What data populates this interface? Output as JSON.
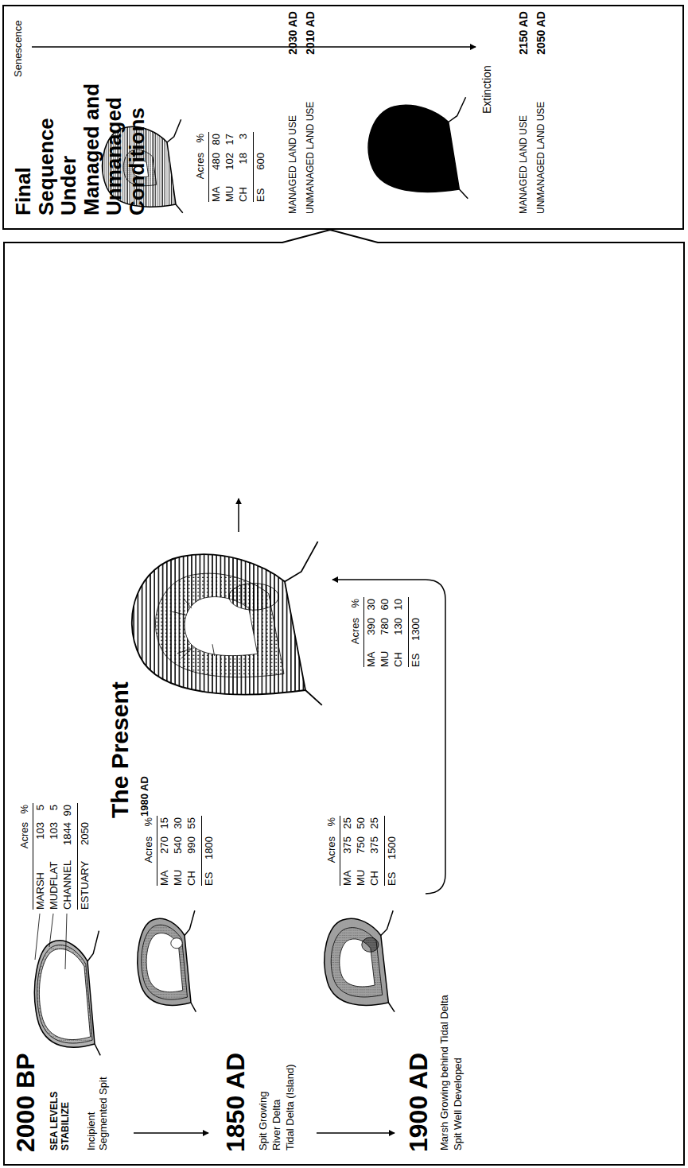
{
  "diagram": {
    "nodes": [
      {
        "text": [
          "Final Sequence Under Managed and Unmanaged Conditions"
        ]
      }
    ],
    "labels": [
      "2000 BP",
      "SEA LEVELS STABILIZE",
      "Incipient Segmented Spit",
      "Acres",
      "%",
      "MARSH",
      "103",
      "5",
      "MUDFLAT",
      "103",
      "5",
      "CHANNEL",
      "1844",
      "90",
      "ESTUARY",
      "2050",
      "1850 AD",
      "Spit Growing",
      "River Delta",
      "Tidal Delta (Island)",
      "Acres",
      "%",
      "MA",
      "270",
      "15",
      "MU",
      "540",
      "30",
      "CH",
      "990",
      "55",
      "ES",
      "1800",
      "1900 AD",
      "Marsh Growing behind Tidal Delta",
      "Spit Well Developed",
      "Acres",
      "%",
      "MA",
      "375",
      "25",
      "MU",
      "750",
      "50",
      "CH",
      "375",
      "25",
      "ES",
      "1500",
      "The Present",
      "1980 AD",
      "Acres",
      "%",
      "MA",
      "390",
      "30",
      "MU",
      "780",
      "60",
      "CH",
      "130",
      "10",
      "ES",
      "1300",
      "Senescence",
      "Acres",
      "%",
      "MA",
      "480",
      "80",
      "MU",
      "102",
      "17",
      "CH",
      "18",
      "3",
      "ES",
      "600",
      "MANAGED LAND USE",
      "2030 AD",
      "UNMANAGED LAND USE",
      "2010 AD",
      "Extinction",
      "MANAGED LAND USE",
      "2150 AD",
      "UNMANAGED LAND USE",
      "2050 AD"
    ]
  }
}
